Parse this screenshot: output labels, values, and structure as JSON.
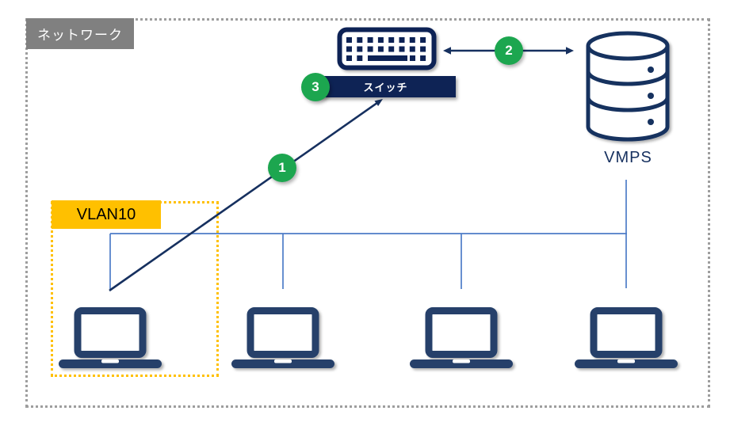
{
  "colors": {
    "navy_dark": "#0E2355",
    "navy_db": "#16305F",
    "navy_laptop": "#25406B",
    "green": "#1CA64F",
    "orange": "#FFC000",
    "gray_label": "#808080",
    "line_blue": "#4D7CC7",
    "border_gray": "#9E9E9E"
  },
  "network": {
    "boundary_label": "ネットワーク",
    "switch": {
      "label": "スイッチ",
      "icon": "keyboard-icon"
    },
    "vmps": {
      "label": "VMPS",
      "icon": "database-icon"
    },
    "vlan": {
      "label": "VLAN10"
    },
    "clients": [
      {
        "name": "client-1",
        "in_vlan": true
      },
      {
        "name": "client-2",
        "in_vlan": false
      },
      {
        "name": "client-3",
        "in_vlan": false
      },
      {
        "name": "client-4",
        "in_vlan": false
      }
    ],
    "steps": [
      {
        "number": "1",
        "on": "client-to-switch-link"
      },
      {
        "number": "2",
        "on": "switch-vmps-link"
      },
      {
        "number": "3",
        "on": "switch-label"
      }
    ]
  }
}
